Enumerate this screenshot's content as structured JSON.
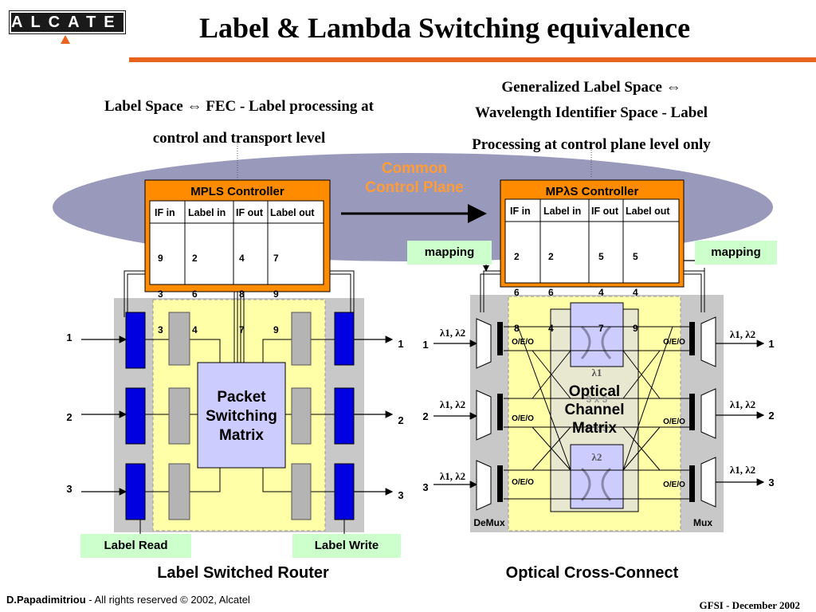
{
  "header": {
    "logo": "ALCATEL",
    "title": "Label & Lambda Switching equivalence"
  },
  "left_description": {
    "line1": "Label Space ⇔ FEC - Label processing at",
    "line2": "control and transport level"
  },
  "right_description": {
    "line1": "Generalized Label Space ⇔",
    "line2": "Wavelength Identifier Space - Label",
    "line3": "Processing at control plane level only"
  },
  "control_plane": {
    "line1": "Common",
    "line2": "Control Plane"
  },
  "mpls_controller": {
    "title": "MPLS Controller",
    "headers": [
      "IF in",
      "Label in",
      "IF out",
      "Label out"
    ],
    "columns": [
      [
        "9",
        "3",
        "3"
      ],
      [
        "2",
        "6",
        "4"
      ],
      [
        "4",
        "8",
        "7"
      ],
      [
        "7",
        "9",
        "9"
      ]
    ]
  },
  "mpls_lambda_controller": {
    "title": "MPλS Controller",
    "headers": [
      "IF in",
      "Label in",
      "IF out",
      "Label out"
    ],
    "columns": [
      [
        "2",
        "6",
        "8"
      ],
      [
        "2",
        "6",
        "4"
      ],
      [
        "5",
        "4",
        "7"
      ],
      [
        "5",
        "4",
        "9"
      ]
    ]
  },
  "mapping_labels": {
    "left": "mapping",
    "right": "mapping"
  },
  "lsr": {
    "matrix_line1": "Packet",
    "matrix_line2": "Switching",
    "matrix_line3": "Matrix",
    "in_ports": [
      "1",
      "2",
      "3"
    ],
    "out_ports": [
      "1",
      "2",
      "3"
    ],
    "label_read": "Label Read",
    "label_write": "Label Write",
    "caption": "Label Switched Router"
  },
  "oxc": {
    "matrix_line1": "Optical",
    "matrix_line2": "Channel",
    "matrix_line3": "Matrix",
    "lambda1": "λ1",
    "lambda2": "λ2",
    "behind_text_1": "3 x 3",
    "behind_text_2": "3 x 3",
    "in_ports": [
      "1",
      "2",
      "3"
    ],
    "out_ports": [
      "1",
      "2",
      "3"
    ],
    "wavelengths": "λ1, λ2",
    "oeo": "O/E/O",
    "demux": "DeMux",
    "mux": "Mux",
    "caption": "Optical Cross-Connect"
  },
  "footer": {
    "author": "D.Papadimitriou",
    "rights": " - All rights reserved © 2002, Alcatel",
    "event": "GFSI - December 2002"
  },
  "colors": {
    "accent_orange": "#e8641e",
    "controller_orange": "#ff8c00",
    "control_plane_ellipse": "#9999bb",
    "port_blue": "#0000e0",
    "matrix_lavender": "#ccccff",
    "yellow_area": "#ffffa8",
    "mapping_green": "#ccffcc"
  }
}
